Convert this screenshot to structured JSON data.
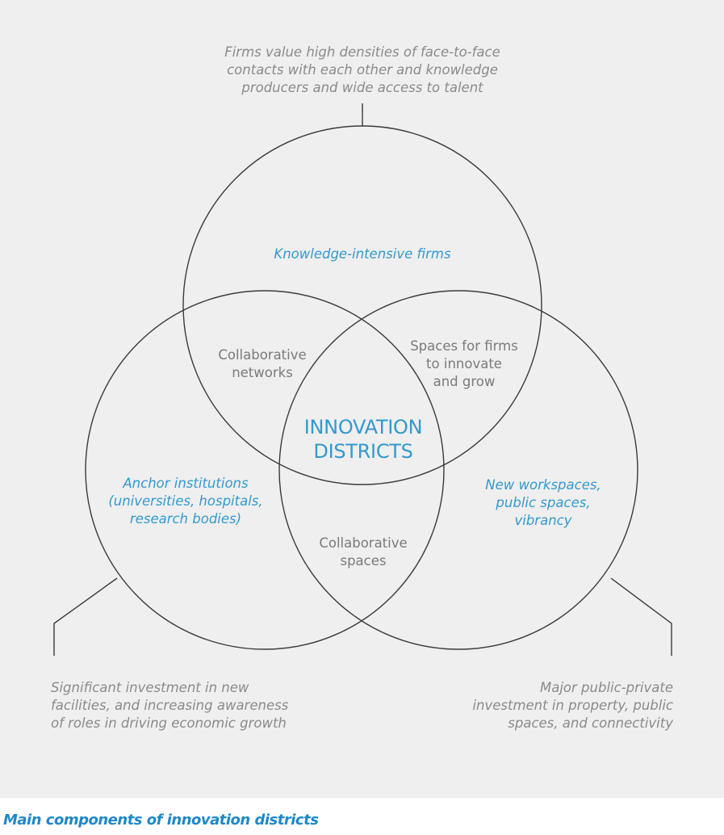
{
  "diagram": {
    "notes": {
      "top": "Firms value high densities of face-to-face\ncontacts with each other and knowledge\nproducers and wide access to talent",
      "bottom_left": "Significant investment in new\nfacilities, and increasing awareness\nof roles in driving economic growth",
      "bottom_right": "Major public-private\ninvestment in property, public\nspaces, and connectivity"
    },
    "circles": {
      "top": "Knowledge-intensive firms",
      "left": "Anchor institutions\n(universities, hospitals,\nresearch bodies)",
      "right": "New workspaces,\npublic spaces,\nvibrancy"
    },
    "overlaps": {
      "top_left": "Collaborative\nnetworks",
      "top_right": "Spaces for firms\nto innovate\nand grow",
      "bottom": "Collaborative\nspaces"
    },
    "center": "INNOVATION\nDISTRICTS",
    "colors": {
      "background": "#efefef",
      "accent": "#3399cc",
      "caption": "#1e88c8",
      "outline": "#3a3a3a",
      "note_text": "#8a8a8a"
    }
  },
  "caption": "Main components of innovation districts"
}
